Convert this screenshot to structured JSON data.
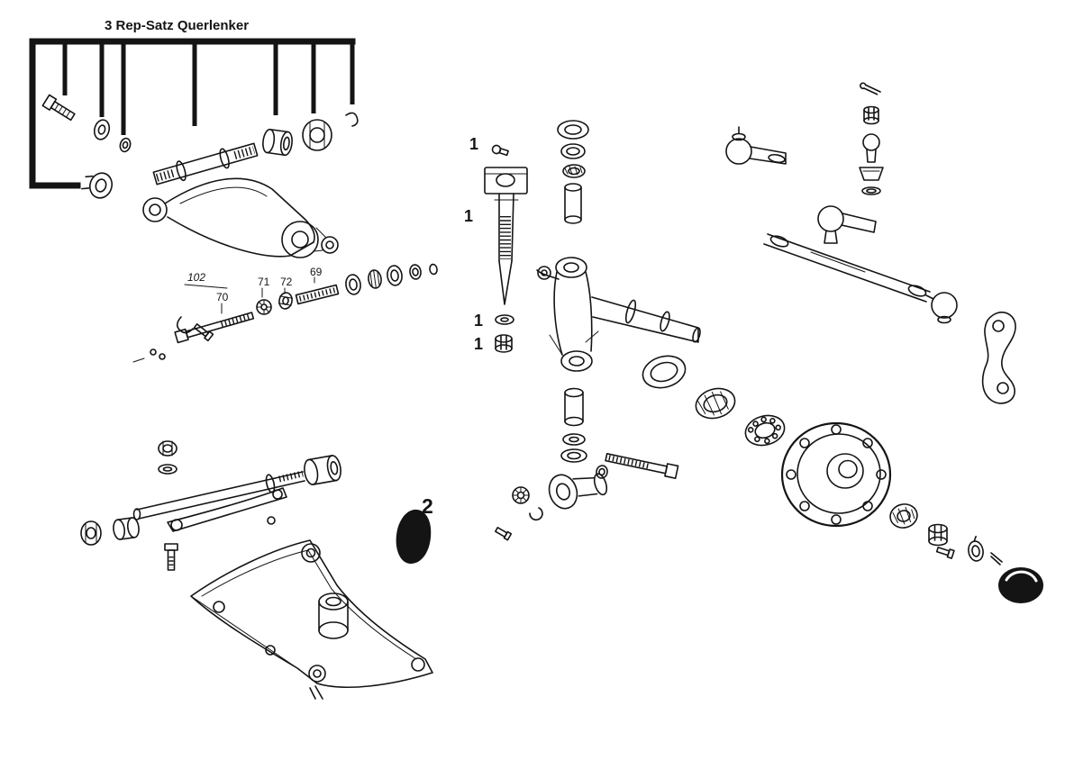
{
  "page": {
    "background": "#ffffff",
    "ink": "#141414"
  },
  "labels": {
    "kit": "3 Rep-Satz Querlenker",
    "callout_1a": "1",
    "callout_1b": "1",
    "callout_1c": "1",
    "callout_1d": "1",
    "callout_2": "2",
    "part_102": "102",
    "part_70": "70",
    "part_71": "71",
    "part_72": "72",
    "part_69": "69"
  }
}
